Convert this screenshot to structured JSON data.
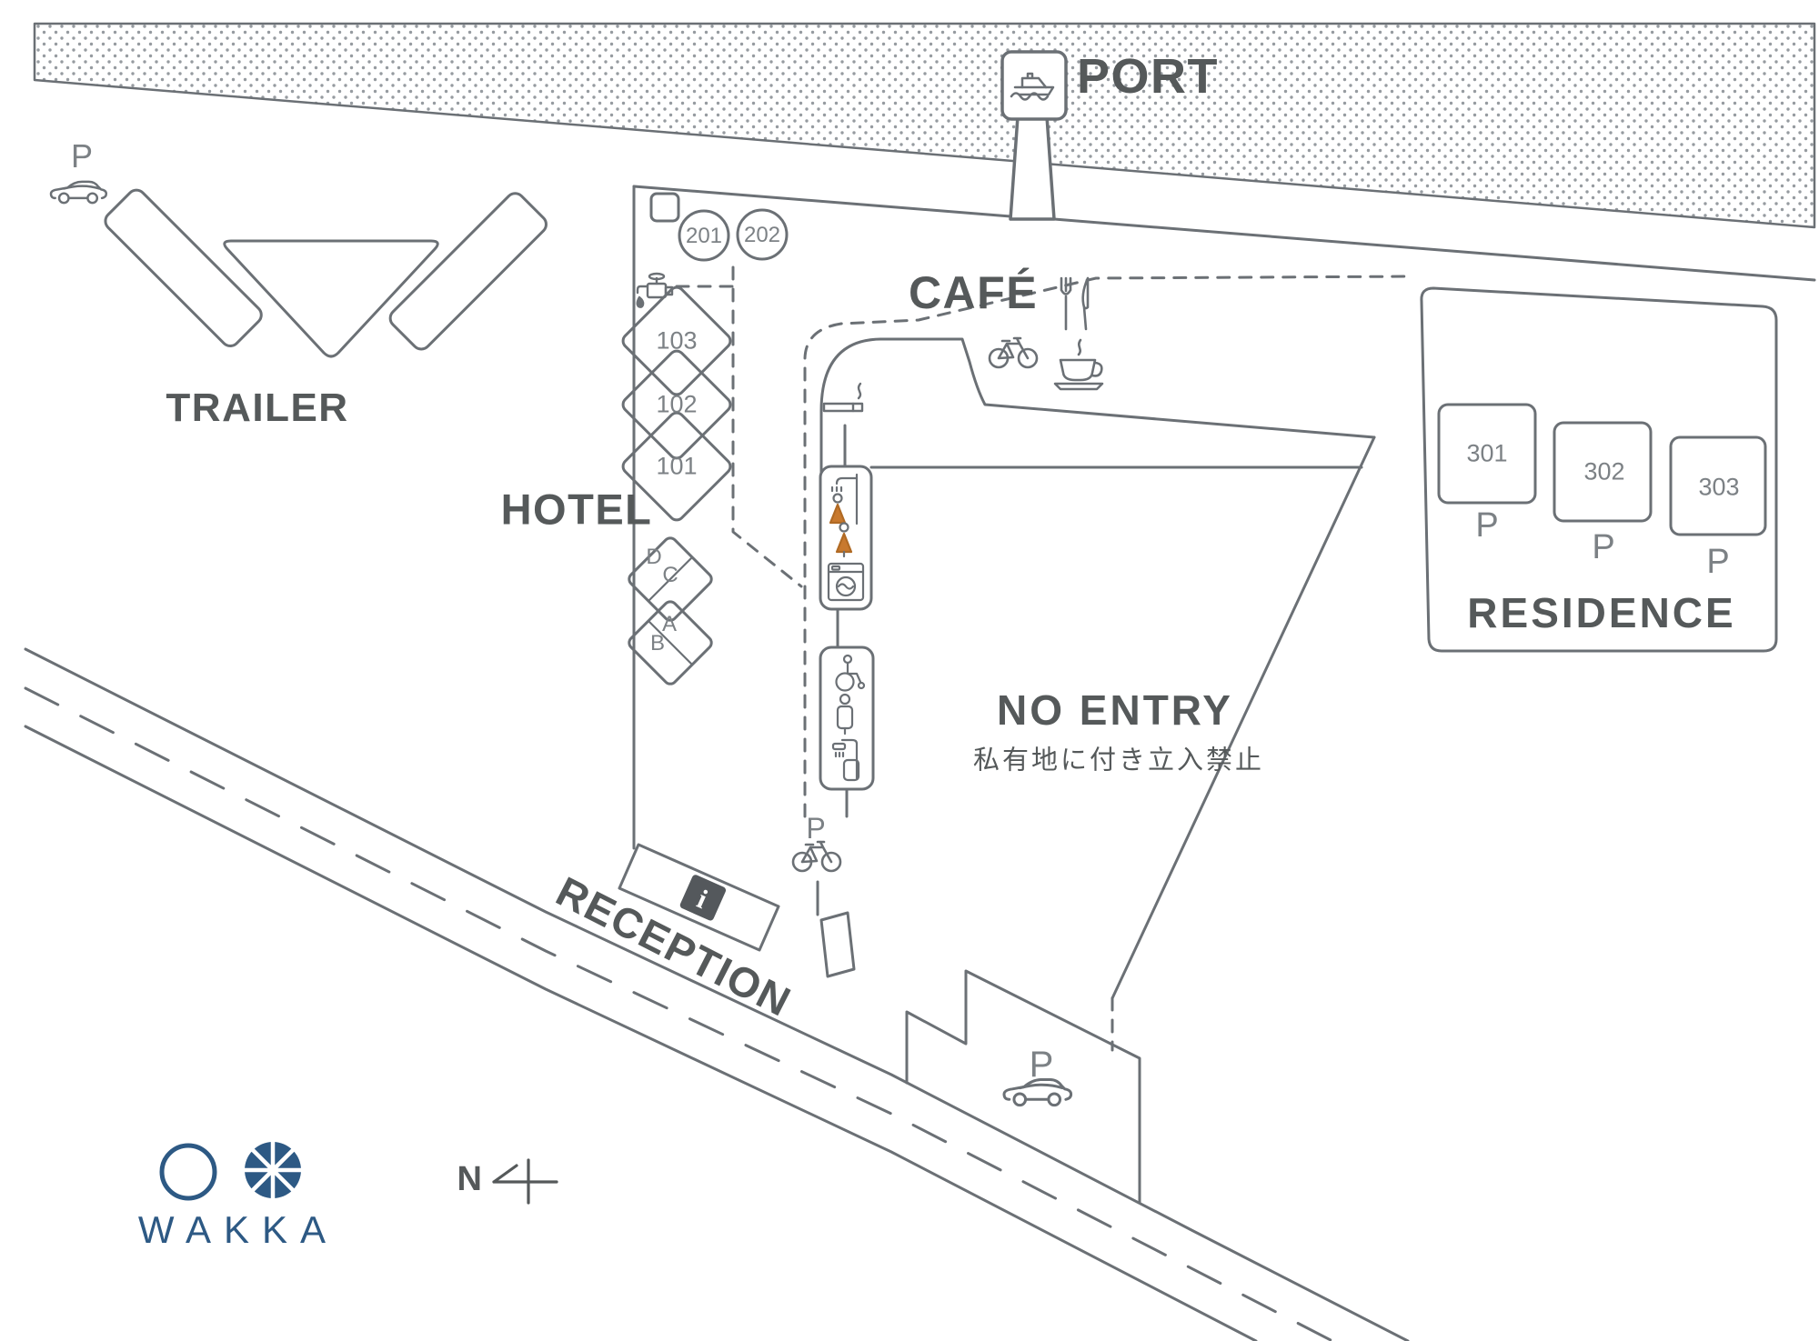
{
  "colors": {
    "line": "#6b7075",
    "heading_text": "#55595a",
    "muted_text": "#7c8185",
    "accent_orange": "#c8792e",
    "brand_blue": "#2d5984",
    "sea_dots": "#969ba0"
  },
  "port": {
    "label": "PORT"
  },
  "trailer": {
    "label": "TRAILER",
    "parking": "P"
  },
  "hotel": {
    "label": "HOTEL",
    "upper_rooms": [
      "201",
      "202"
    ],
    "rooms": [
      "103",
      "102",
      "101"
    ],
    "units": [
      "D",
      "C",
      "A",
      "B"
    ]
  },
  "cafe": {
    "label": "CAFÉ"
  },
  "no_entry": {
    "title": "NO ENTRY",
    "subtitle": "私有地に付き立入禁止"
  },
  "reception": {
    "label": "RECEPTION",
    "info_symbol": "i"
  },
  "residence": {
    "label": "RESIDENCE",
    "rooms": [
      {
        "number": "301",
        "parking": "P"
      },
      {
        "number": "302",
        "parking": "P"
      },
      {
        "number": "303",
        "parking": "P"
      }
    ]
  },
  "bicycle_parking": {
    "label": "P"
  },
  "car_parking": {
    "label": "P"
  },
  "compass": {
    "label": "N"
  },
  "logo": {
    "label": "WAKKA"
  },
  "icons": {
    "ferry-icon": "boat over waves",
    "car-icon": "side view car",
    "bicycle-icon": "bicycle",
    "faucet-icon": "water tap with drop",
    "fork-knife-icon": "restaurant cutlery",
    "coffee-cup-icon": "steaming cup on saucer",
    "smoking-icon": "cigarette with smoke",
    "shower-person-icon": "person under shower",
    "washing-machine-icon": "front load washer",
    "wheelchair-icon": "accessible",
    "toilet-person-icon": "standing figure",
    "shower-stall-icon": "shower cabin",
    "info-icon": "information i",
    "compass-arrow-icon": "north arrow",
    "wakka-mark-icon": "ring and spoked wheel"
  }
}
